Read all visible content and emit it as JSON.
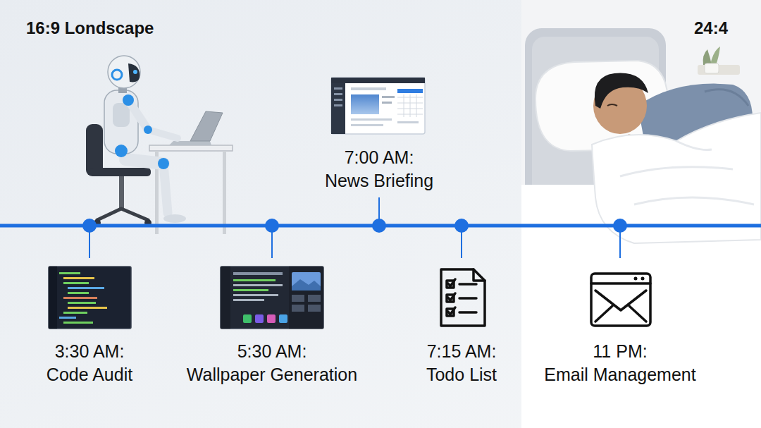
{
  "diagram": {
    "labels": [
      "16:9 Londscape",
      "24:4",
      "3:30 AM: Code Audit",
      "5:30 AM: Wallpaper Generation",
      "7:00 AM: News Briefing",
      "7:15 AM: Todo List",
      "11 PM: Email Management"
    ]
  }
}
